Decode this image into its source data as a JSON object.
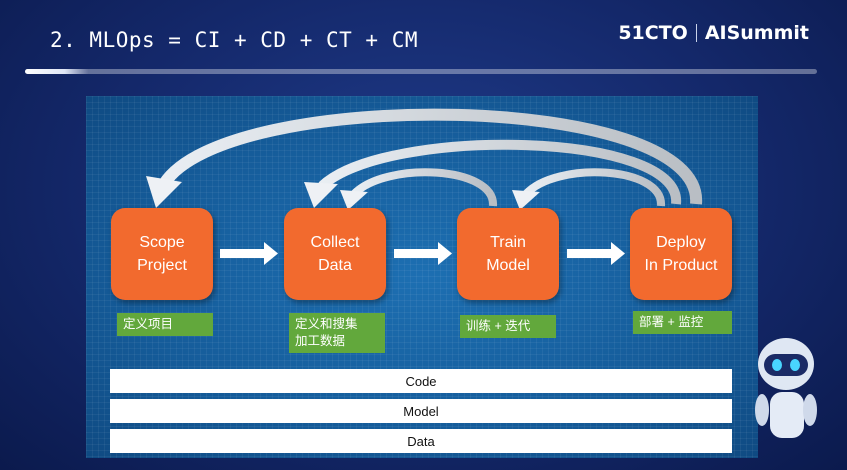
{
  "header": {
    "title": "2. MLOps = CI + CD + CT + CM",
    "brand_left": "51CTO",
    "brand_right": "AISummit"
  },
  "stages": [
    {
      "line1": "Scope",
      "line2": "Project",
      "note_line1": "定义项目",
      "note_line2": ""
    },
    {
      "line1": "Collect",
      "line2": "Data",
      "note_line1": "定义和搜集",
      "note_line2": "加工数据"
    },
    {
      "line1": "Train",
      "line2": "Model",
      "note_line1": "训练 + 迭代",
      "note_line2": ""
    },
    {
      "line1": "Deploy",
      "line2": "In Product",
      "note_line1": "部署 + 监控",
      "note_line2": ""
    }
  ],
  "layers": [
    "Code",
    "Model",
    "Data"
  ],
  "colors": {
    "stage": "#f26a2e",
    "tag": "#62a83c",
    "arrow": "#ffffff",
    "feedback_arrow": "#c9cdd2"
  },
  "icons": [
    "robot-mascot-icon"
  ]
}
